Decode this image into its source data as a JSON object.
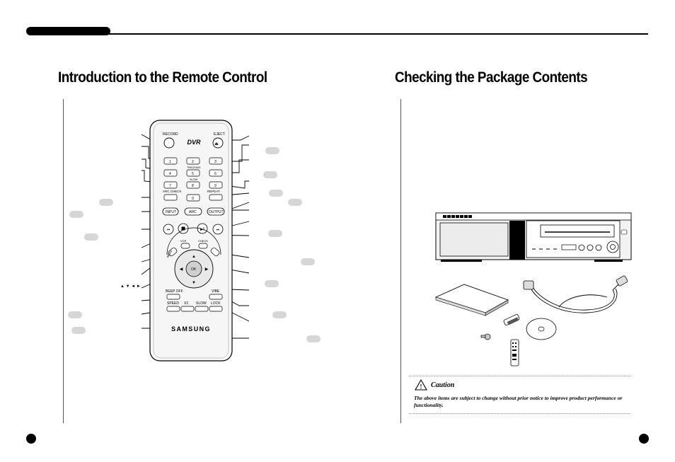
{
  "left_title": "Introduction to the Remote Control",
  "right_title": "Checking the Package Contents",
  "remote": {
    "record": "RECORD",
    "eject": "EJECT",
    "logo": "DVR",
    "tracking": "TRACKING",
    "slow_mid": "SLOW",
    "arc_check": "ARC CHECK",
    "repeat": "REPEAT",
    "input": "INPUT",
    "arc": "ARC",
    "output": "OUTPUT",
    "menu": "MENU",
    "vcr": "VCR",
    "check": "CHECK",
    "ok": "OK",
    "beep_off": "BEEP OFF",
    "vibe": "VIBE",
    "speed": "SPEED",
    "x2": "X2",
    "slow": "SLOW",
    "lock": "LOCK",
    "brand": "SAMSUNG",
    "digits": [
      "1",
      "2",
      "3",
      "4",
      "5",
      "6",
      "7",
      "8",
      "9",
      "0"
    ]
  },
  "arrow_keys_label": "▲ ▼ ◄ ►",
  "caution": {
    "title": "Caution",
    "text": "The above items are subject to change without prior notice to improve product performance or functionality."
  }
}
